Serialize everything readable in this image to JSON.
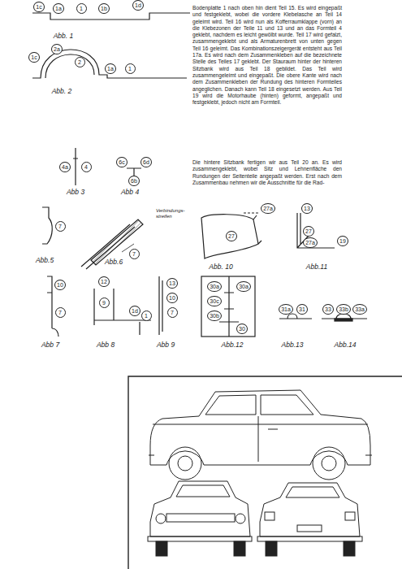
{
  "diagram": {
    "nodes": [
      {
        "text": [
          "1c"
        ]
      },
      {
        "text": [
          "1a"
        ]
      },
      {
        "text": [
          "1"
        ]
      },
      {
        "text": [
          "1b"
        ]
      },
      {
        "text": [
          "1d"
        ]
      },
      {
        "text": [
          "1c"
        ]
      },
      {
        "text": [
          "2a"
        ]
      },
      {
        "text": [
          "2"
        ]
      },
      {
        "text": [
          "1a"
        ]
      },
      {
        "text": [
          "1"
        ]
      },
      {
        "text": [
          "4a"
        ]
      },
      {
        "text": [
          "4"
        ]
      },
      {
        "text": [
          "6c"
        ]
      },
      {
        "text": [
          "6d"
        ]
      },
      {
        "text": [
          "6b"
        ]
      },
      {
        "text": [
          "7"
        ]
      },
      {
        "text": [
          "7"
        ]
      },
      {
        "text": [
          "27a"
        ]
      },
      {
        "text": [
          "27"
        ]
      },
      {
        "text": [
          "13"
        ]
      },
      {
        "text": [
          "27"
        ]
      },
      {
        "text": [
          "27a"
        ]
      },
      {
        "text": [
          "19"
        ]
      },
      {
        "text": [
          "10"
        ]
      },
      {
        "text": [
          "7"
        ]
      },
      {
        "text": [
          "12"
        ]
      },
      {
        "text": [
          "9"
        ]
      },
      {
        "text": [
          "1d"
        ]
      },
      {
        "text": [
          "13"
        ]
      },
      {
        "text": [
          "10"
        ]
      },
      {
        "text": [
          "7"
        ]
      },
      {
        "text": [
          "1"
        ]
      },
      {
        "text": [
          "30a"
        ]
      },
      {
        "text": [
          "30a"
        ]
      },
      {
        "text": [
          "30c"
        ]
      },
      {
        "text": [
          "30b"
        ]
      },
      {
        "text": [
          "30"
        ]
      },
      {
        "text": [
          "31a"
        ]
      },
      {
        "text": [
          "31"
        ]
      },
      {
        "text": [
          "33"
        ]
      },
      {
        "text": [
          "33b"
        ]
      },
      {
        "text": [
          "33a"
        ]
      }
    ],
    "labels": [
      "Abb. 1",
      "Abb. 2",
      "Abb 3",
      "Abb 4",
      "Abb.5",
      "Abb.6",
      "Verbindungs- streifen",
      "Abb. 10",
      "Abb.11",
      "Abb 7",
      "Abb 8",
      "Abb 9",
      "Abb.12",
      "Abb.13",
      "Abb.14",
      "Bodenplatte 1 nach oben hin dient Teil 15. Es wird eingepaßt und festgeklebt, wobei die vordere Klebelasche an Teil 14 geleimt wird. Teil 16 wird nun als Kofferraumklappe (vorn) an die Klebezonen der Teile 11 und 13 und an das Formteil 4 geklebt, nachdem es leicht gewölbt wurde. Teil 17 wird gefalzt, zusammengeklebt und als Armaturenbrett von unten gegen Teil 16 geleimt. Das Kombinationszeigergerät entsteht aus Teil 17a. Es wird nach dem Zusammenkleben auf die bezeichnete Stelle des Teiles 17 geklebt. Der Stauraum hinter der hinteren Sitzbank wird aus Teil 18 gebildet. Das Teil wird zusammengeleimt und eingepaßt. Die obere Kante wird nach dem Zusammenkleben der Rundung des hinteren Formteiles angeglichen. Danach kann Teil 18 eingesetzt werden. Aus Teil 19 wird die Motorhaube (hinten) geformt, angepaßt und festgeklebt, jedoch nicht am Formteil.",
      "Die hintere Sitzbank fertigen wir aus Teil 20 an. Es wird zusammengeklebt, wobei Sitz und Lehnenfläche den Rundungen der Seitenteile angepaßt werden. Erst nach dem Zusammenbau nehmen wir die Ausschnitte für die Rad-"
    ]
  }
}
